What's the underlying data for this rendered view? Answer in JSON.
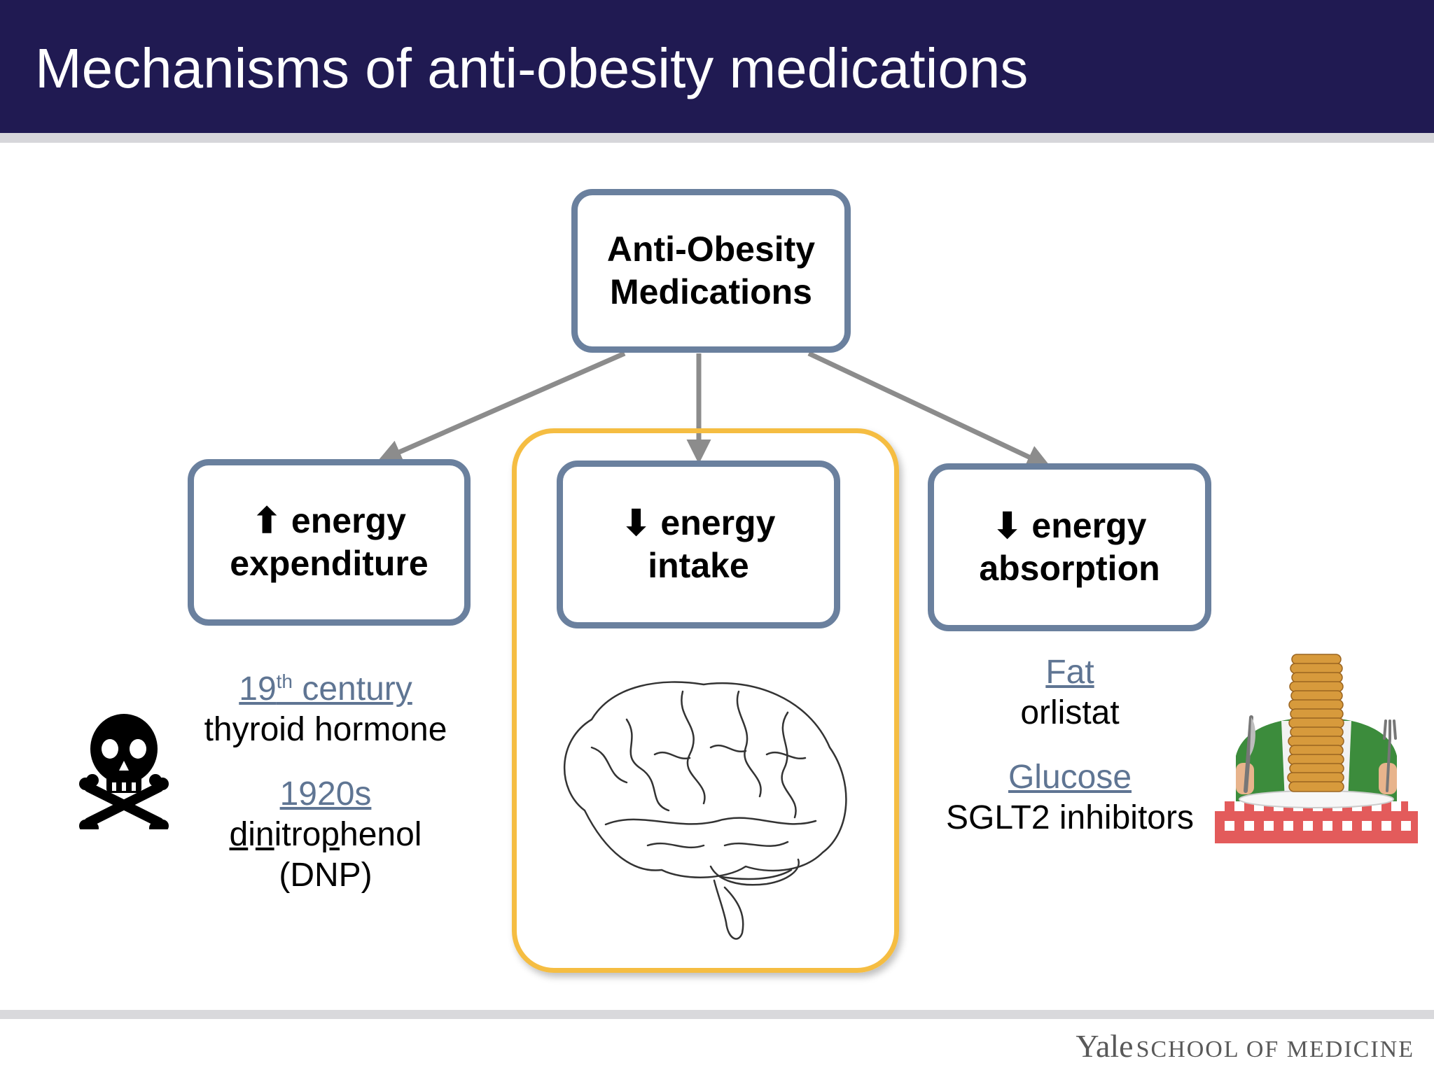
{
  "header": {
    "title": "Mechanisms of anti-obesity medications"
  },
  "top_node": {
    "line1": "Anti-Obesity",
    "line2": "Medications"
  },
  "nodes": [
    {
      "arrow": "⬆",
      "line1": "energy",
      "line2": "expenditure"
    },
    {
      "arrow": "⬇",
      "line1": "energy",
      "line2": "intake"
    },
    {
      "arrow": "⬇",
      "line1": "energy",
      "line2": "absorption"
    }
  ],
  "left_notes": {
    "era1_num": "19",
    "era1_sup": "th",
    "era1_rest": " century",
    "drug1": "thyroid hormone",
    "era2": "1920s",
    "drug2_parts": [
      "d",
      "i",
      "n",
      "i",
      "tro",
      "p",
      "henol"
    ],
    "drug2_abbr": "(DNP)"
  },
  "right_notes": {
    "target1": "Fat",
    "drug1": "orlistat",
    "target2": "Glucose",
    "drug2": "SGLT2 inhibitors"
  },
  "footer": {
    "logo_big": "Yale",
    "logo_small": "SCHOOL OF MEDICINE"
  },
  "colors": {
    "header_bg": "#201a52",
    "box_border": "#6a809e",
    "highlight": "#f5bd42",
    "link": "#5f7593",
    "arrow": "#8c8c8c"
  },
  "icons": [
    "skull-crossbones-icon",
    "brain-illustration",
    "pancake-stack-illustration"
  ]
}
